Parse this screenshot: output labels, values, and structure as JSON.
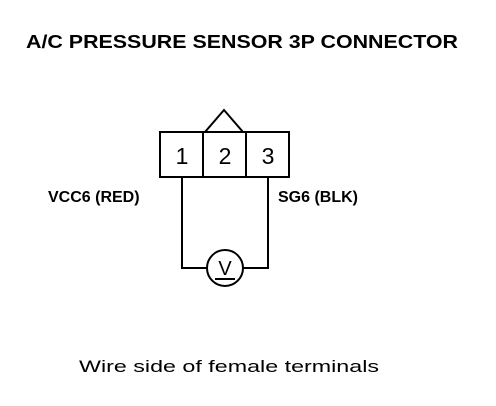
{
  "title": "A/C PRESSURE SENSOR 3P CONNECTOR",
  "connector": {
    "pins": [
      {
        "number": "1"
      },
      {
        "number": "2"
      },
      {
        "number": "3"
      }
    ]
  },
  "wires": {
    "left_label": "VCC6 (RED)",
    "right_label": "SG6 (BLK)"
  },
  "meter": {
    "symbol": "V"
  },
  "caption": "Wire side of female terminals",
  "colors": {
    "ink": "#000000",
    "background": "#ffffff"
  }
}
